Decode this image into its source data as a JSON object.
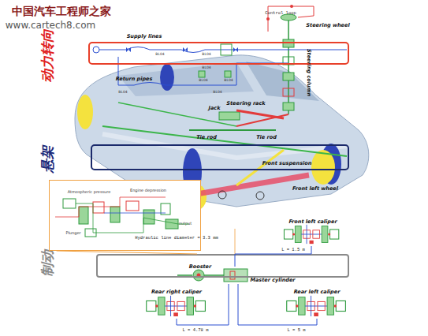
{
  "diagram": {
    "nodes": [
      {
        "text": [
          "动力转向"
        ]
      },
      {
        "text": [
          "悬架",
          "Front suspension"
        ]
      },
      {
        "text": [
          "制动",
          "Booster"
        ]
      },
      {
        "text": [
          "Atmospheric pressure",
          "Engine depression",
          "Plunger",
          "output"
        ]
      },
      {
        "text": [
          "Master cylinder"
        ]
      },
      {
        "text": [
          "Front left caliper"
        ]
      },
      {
        "text": [
          "Rear right caliper"
        ]
      },
      {
        "text": [
          "Rear left caliper"
        ]
      }
    ],
    "edges": [
      {
        "from": 3,
        "to": 2,
        "arrow": "none"
      },
      {
        "from": 4,
        "to": 5,
        "label": "L = 1.5 m",
        "arrow": "none"
      },
      {
        "from": 4,
        "to": 6,
        "label": "L = 4.78 m",
        "arrow": "none"
      },
      {
        "from": 4,
        "to": 7,
        "label": "L = 5 m",
        "arrow": "none"
      }
    ],
    "labels": [
      "中国汽车工程师之家",
      "www.cartech8.com",
      "Control loop",
      "Steering wheel",
      "Supply lines",
      "BL04",
      "BL04",
      "Steering column",
      "BL04",
      "BL04",
      "BL04",
      "Return pipes",
      "BL04",
      "BL04",
      "Jack",
      "Steering rack",
      "Tie rod",
      "Tie rod",
      "Front left wheel",
      "Hydraulic line diameter = 3.3 mm"
    ]
  }
}
